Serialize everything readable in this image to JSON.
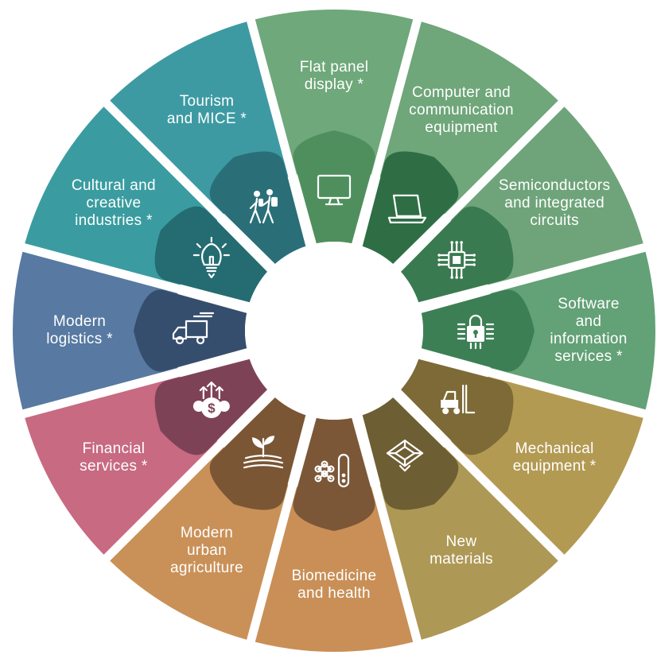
{
  "diagram": {
    "center": {
      "bg": "#ffffff"
    },
    "segments": [
      {
        "id": "flat-panel",
        "label": "Flat panel\ndisplay *",
        "icon": "monitor-icon",
        "outer": "#6fa87a",
        "inner": "#4f8f5e"
      },
      {
        "id": "computer",
        "label": "Computer and\ncommunication\nequipment",
        "icon": "laptop-icon",
        "outer": "#6fa67a",
        "inner": "#2f6e45"
      },
      {
        "id": "semiconductors",
        "label": "Semiconductors\nand integrated\ncircuits",
        "icon": "chip-icon",
        "outer": "#6fa47a",
        "inner": "#3a7a50"
      },
      {
        "id": "software",
        "label": "Software and\ninformation\nservices *",
        "icon": "lock-circuit-icon",
        "outer": "#63a176",
        "inner": "#3d7f55"
      },
      {
        "id": "mechanical",
        "label": "Mechanical\nequipment *",
        "icon": "forklift-icon",
        "outer": "#b39a53",
        "inner": "#7d6a36"
      },
      {
        "id": "new-materials",
        "label": "New\nmaterials",
        "icon": "diamond-icon",
        "outer": "#ad9855",
        "inner": "#6e5e33"
      },
      {
        "id": "biomedicine",
        "label": "Biomedicine\nand health",
        "icon": "test-tube-icon",
        "outer": "#c98f57",
        "inner": "#7b5738"
      },
      {
        "id": "agriculture",
        "label": "Modern\nurban\nagriculture",
        "icon": "plant-field-icon",
        "outer": "#c99158",
        "inner": "#7a5634"
      },
      {
        "id": "financial",
        "label": "Financial\nservices *",
        "icon": "money-growth-icon",
        "outer": "#c76a82",
        "inner": "#7e4257"
      },
      {
        "id": "logistics",
        "label": "Modern\nlogistics *",
        "icon": "truck-icon",
        "outer": "#5779a2",
        "inner": "#364e6d"
      },
      {
        "id": "cultural",
        "label": "Cultural and\ncreative\nindustries *",
        "icon": "lightbulb-icon",
        "outer": "#3a9ca0",
        "inner": "#246c72"
      },
      {
        "id": "tourism",
        "label": "Tourism\nand MICE *",
        "icon": "hikers-icon",
        "outer": "#3d9aa3",
        "inner": "#2a6f78"
      }
    ]
  }
}
